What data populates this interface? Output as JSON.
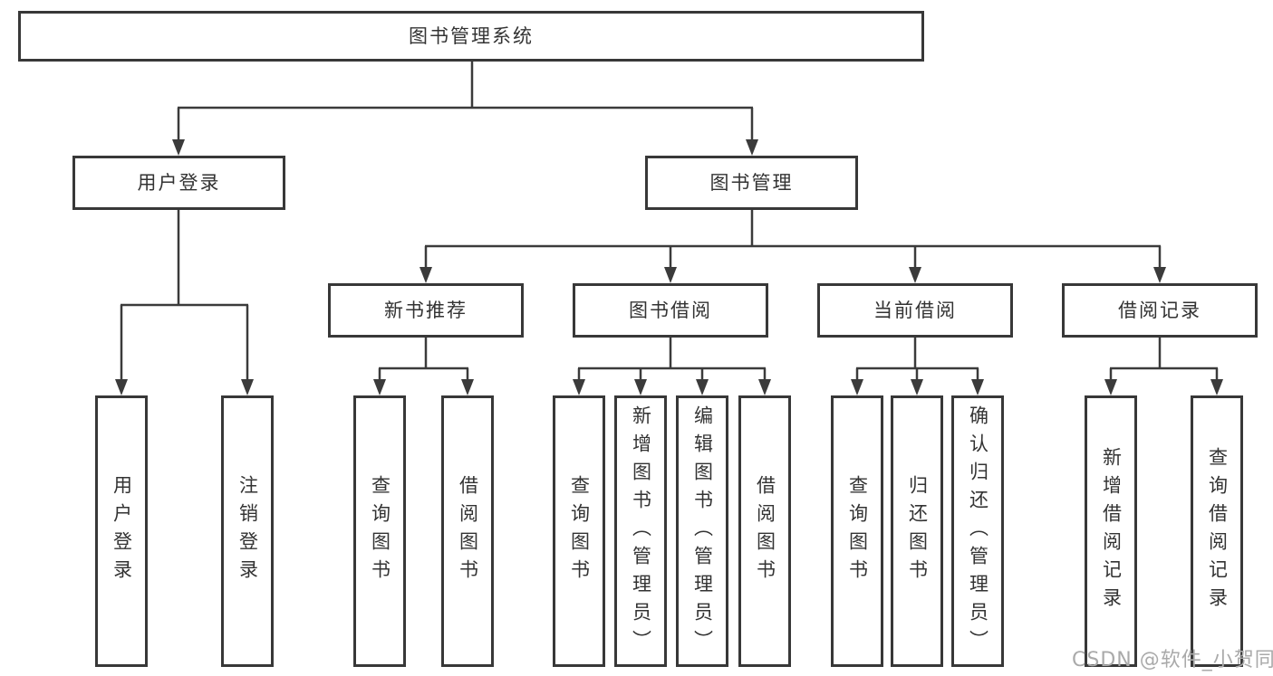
{
  "diagram": {
    "tree": {
      "label": "图书管理系统",
      "children": [
        {
          "label": "用户登录",
          "children": [
            {
              "label": "用户登录"
            },
            {
              "label": "注销登录"
            }
          ]
        },
        {
          "label": "图书管理",
          "children": [
            {
              "label": "新书推荐",
              "children": [
                {
                  "label": "查询图书"
                },
                {
                  "label": "借阅图书"
                }
              ]
            },
            {
              "label": "图书借阅",
              "children": [
                {
                  "label": "查询图书"
                },
                {
                  "label": "新增图书（管理员）"
                },
                {
                  "label": "编辑图书（管理员）"
                },
                {
                  "label": "借阅图书"
                }
              ]
            },
            {
              "label": "当前借阅",
              "children": [
                {
                  "label": "查询图书"
                },
                {
                  "label": "归还图书"
                },
                {
                  "label": "确认归还（管理员）"
                }
              ]
            },
            {
              "label": "借阅记录",
              "children": [
                {
                  "label": "新增借阅记录"
                },
                {
                  "label": "查询借阅记录"
                }
              ]
            }
          ]
        }
      ]
    },
    "watermark": "CSDN @软件_小贺同学",
    "colors": {
      "line": "#3b3b3b",
      "box_border": "#383838",
      "text": "#333333",
      "watermark": "#aaaaaa",
      "background": "#ffffff"
    }
  }
}
